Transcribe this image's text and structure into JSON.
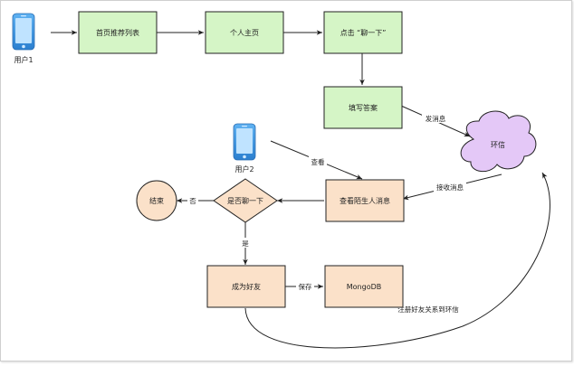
{
  "colors": {
    "green_fill": "#d5f5c6",
    "orange_fill": "#fbe1c9",
    "cloud_fill": "#e4c8f7",
    "stroke": "#222222",
    "phone_blue": "#3d8ed9"
  },
  "actors": {
    "user1": {
      "label": "用户1",
      "icon": "smartphone-icon"
    },
    "user2": {
      "label": "用户2",
      "icon": "smartphone-icon"
    }
  },
  "nodes": {
    "home_list": "首页推荐列表",
    "profile": "个人主页",
    "click": "点击 “聊一下”",
    "fill_answer": "填写答案",
    "huanxin": "环信",
    "view_msg": "查看陌生人消息",
    "decision": "是否聊一下",
    "end": "结束",
    "friend": "成为好友",
    "mongodb": "MongoDB"
  },
  "edges": {
    "send_msg": "发消息",
    "receive_msg": "接收消息",
    "view": "查看",
    "no": "否",
    "yes": "是",
    "save": "保存",
    "register": "注册好友关系到环信"
  }
}
